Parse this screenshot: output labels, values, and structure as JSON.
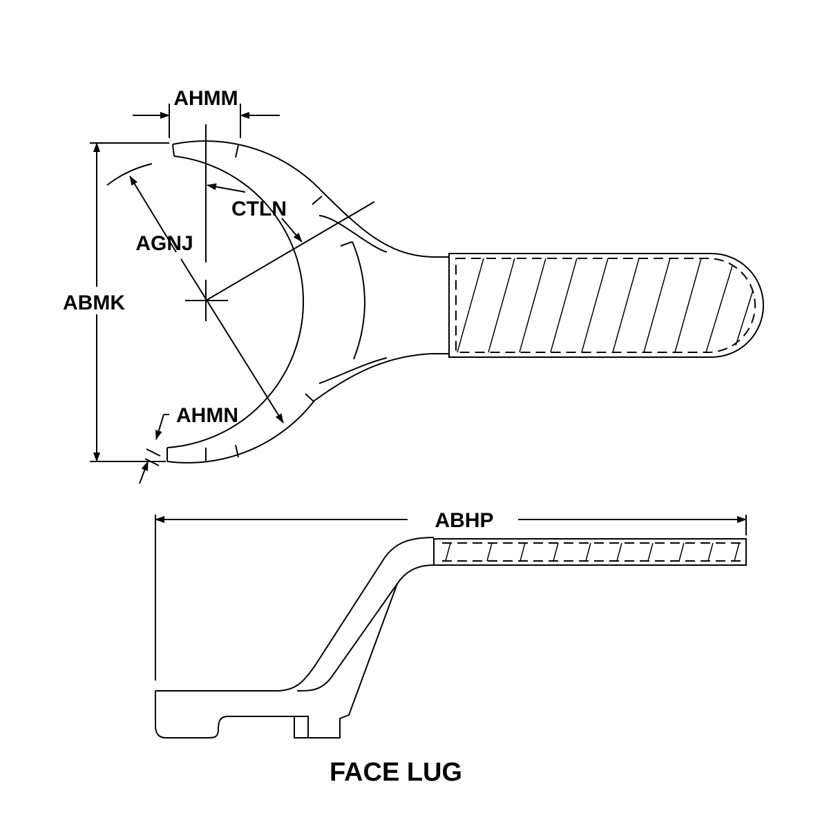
{
  "labels": {
    "ahmm": "AHMM",
    "ctln": "CTLN",
    "agnj": "AGNJ",
    "abmk": "ABMK",
    "ahmn": "AHMN",
    "abhp": "ABHP"
  },
  "title": "FACE LUG"
}
